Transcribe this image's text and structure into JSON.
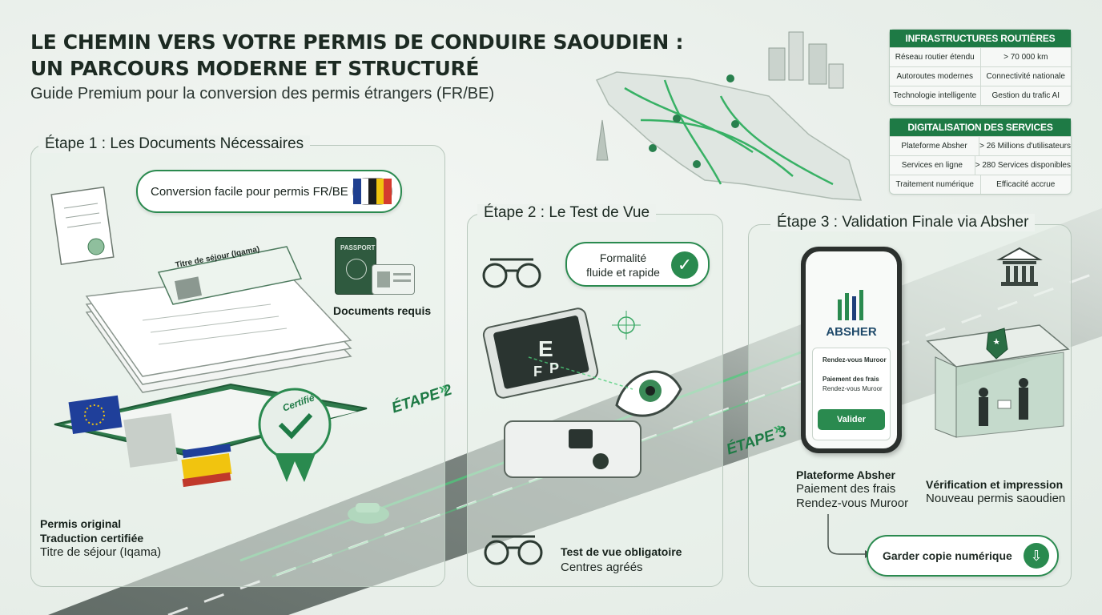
{
  "header": {
    "title_line1": "LE CHEMIN VERS VOTRE PERMIS DE CONDUIRE SAOUDIEN :",
    "title_line2": "UN PARCOURS MODERNE ET STRUCTURÉ",
    "subtitle": "Guide Premium pour la conversion des permis étrangers (FR/BE)"
  },
  "infrastructure": {
    "heading": "INFRASTRUCTURES ROUTIÈRES",
    "rows": [
      {
        "label": "Réseau routier étendu",
        "value": "> 70 000 km"
      },
      {
        "label": "Autoroutes modernes",
        "value": "Connectivité nationale"
      },
      {
        "label": "Technologie intelligente",
        "value": "Gestion du trafic AI"
      }
    ]
  },
  "digitalisation": {
    "heading": "DIGITALISATION DES SERVICES",
    "rows": [
      {
        "label": "Plateforme Absher",
        "value": "> 26 Millions d'utilisateurs"
      },
      {
        "label": "Services en ligne",
        "value": "> 280 Services disponibles"
      },
      {
        "label": "Traitement numérique",
        "value": "Efficacité accrue"
      }
    ]
  },
  "step1": {
    "title": "Étape 1 : Les Documents Nécessaires",
    "bubble": "Conversion facile pour permis FR/BE",
    "residence_card": "Titre de séjour (Iqama)",
    "passport": "PASSPORT",
    "documents_label": "Documents requis",
    "seal": "Certifié",
    "list": [
      "Permis original",
      "Traduction certifiée",
      "Titre de séjour (Iqama)"
    ]
  },
  "step2": {
    "title": "Étape 2 : Le Test de Vue",
    "bubble_line1": "Formalité",
    "bubble_line2": "fluide et rapide",
    "chart_letters": [
      "E",
      "F",
      "P"
    ],
    "test_label": "Test de vue obligatoire",
    "centres_label": "Centres agréés",
    "road_label": "ÉTAPE 2"
  },
  "step3": {
    "title": "Étape 3 : Validation Finale via Absher",
    "app_name": "ABSHER",
    "phone_items": [
      "Rendez-vous Muroor",
      "Paiement des frais",
      "Rendez-vous Muroor"
    ],
    "phone_button": "Valider",
    "platform_title": "Plateforme Absher",
    "platform_lines": [
      "Paiement des frais",
      "Rendez-vous Muroor"
    ],
    "verify_title": "Vérification et impression",
    "verify_line": "Nouveau permis saoudien",
    "keep_copy": "Garder copie numérique",
    "road_label": "ÉTAPE 3"
  },
  "colors": {
    "accent": "#1e7a45",
    "accent_light": "#3aa865",
    "background": "#e9efea"
  }
}
